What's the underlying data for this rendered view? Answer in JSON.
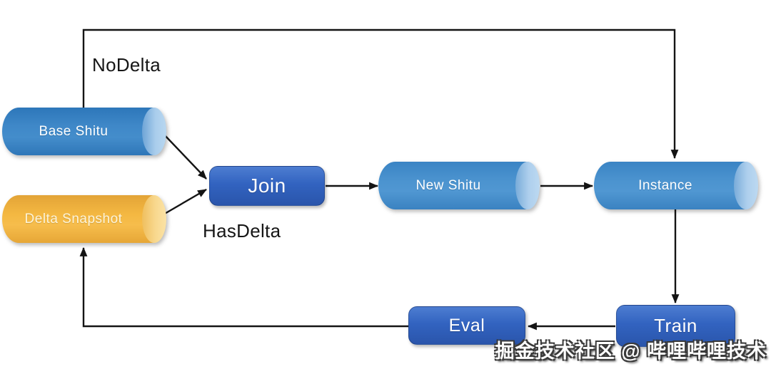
{
  "diagram": {
    "title": "shitu-train-pipeline-flowchart",
    "labels": {
      "no_delta": "NoDelta",
      "has_delta": "HasDelta"
    },
    "nodes": {
      "base_shitu": {
        "label": "Base Shitu",
        "type": "datastore-cylinder",
        "color": "#2f7abe"
      },
      "delta_snapshot": {
        "label": "Delta Snapshot",
        "type": "datastore-cylinder",
        "color": "#f2b441"
      },
      "join": {
        "label": "Join",
        "type": "process",
        "color": "#3263c0"
      },
      "new_shitu": {
        "label": "New Shitu",
        "type": "datastore-cylinder",
        "color": "#4690cd"
      },
      "instance": {
        "label": "Instance",
        "type": "datastore-cylinder",
        "color": "#4690cd"
      },
      "train": {
        "label": "Train",
        "type": "process",
        "color": "#3263c0"
      },
      "eval": {
        "label": "Eval",
        "type": "process",
        "color": "#3263c0"
      }
    },
    "edges": [
      {
        "from": "base_shitu",
        "to": "instance",
        "label": "NoDelta",
        "route": "up-over-top"
      },
      {
        "from": "base_shitu",
        "to": "join",
        "label": "HasDelta",
        "route": "direct"
      },
      {
        "from": "delta_snapshot",
        "to": "join",
        "label": "HasDelta",
        "route": "direct"
      },
      {
        "from": "join",
        "to": "new_shitu",
        "label": "",
        "route": "direct"
      },
      {
        "from": "new_shitu",
        "to": "instance",
        "label": "",
        "route": "direct"
      },
      {
        "from": "instance",
        "to": "train",
        "label": "",
        "route": "down"
      },
      {
        "from": "train",
        "to": "eval",
        "label": "",
        "route": "left"
      },
      {
        "from": "eval",
        "to": "delta_snapshot",
        "label": "",
        "route": "left-then-up"
      }
    ],
    "arrow_color": "#141414",
    "background_color": "#ffffff"
  },
  "watermark": {
    "text": "掘金技术社区 @ 哔哩哔哩技术"
  }
}
